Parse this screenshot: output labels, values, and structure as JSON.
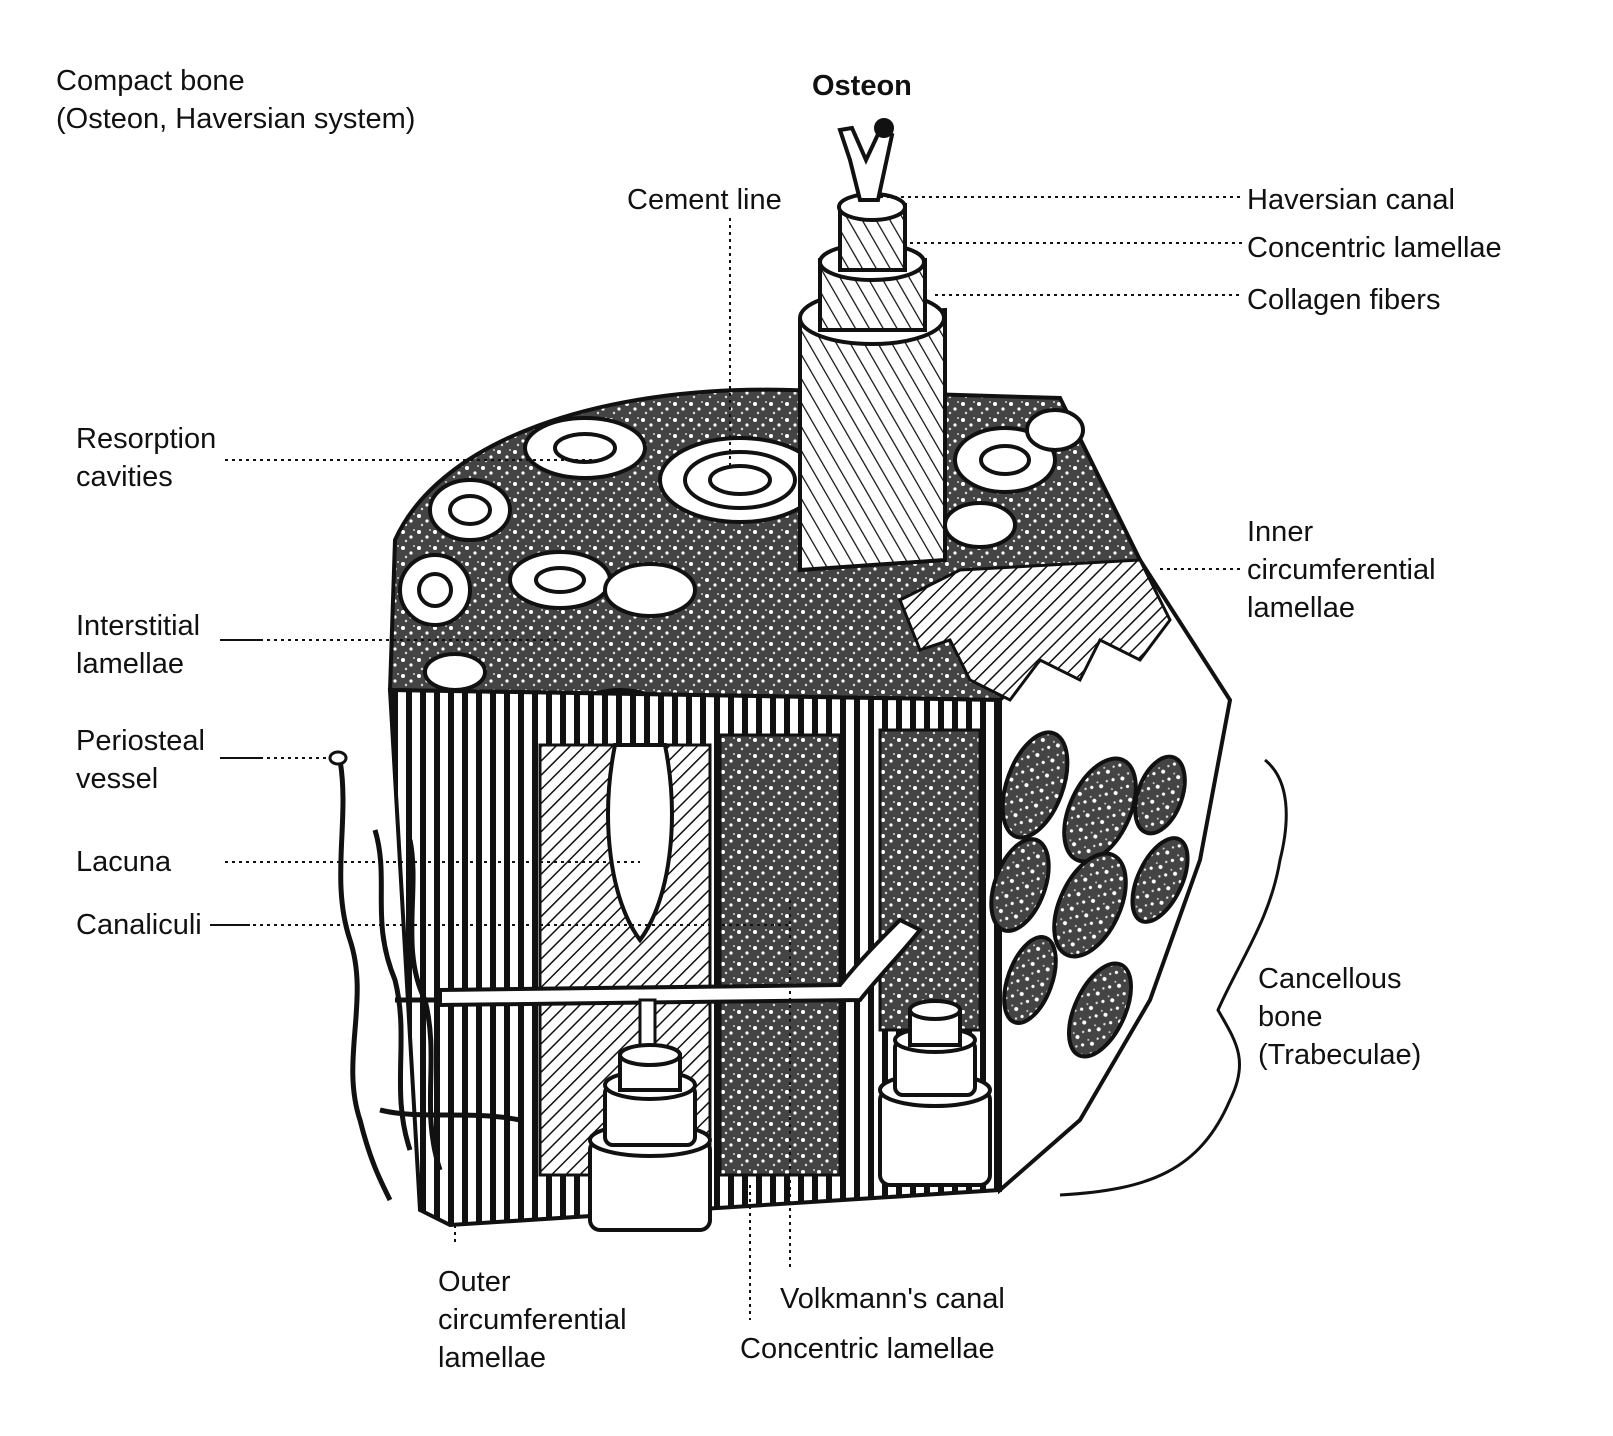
{
  "title": {
    "main": "Compact bone",
    "sub": "(Osteon, Haversian system)"
  },
  "labels": {
    "osteon": "Osteon",
    "cement_line": "Cement line",
    "haversian_canal": "Haversian canal",
    "concentric_lamellae_top": "Concentric lamellae",
    "collagen_fibers": "Collagen fibers",
    "resorption_cavities": [
      "Resorption",
      "cavities"
    ],
    "interstitial_lamellae": [
      "Interstitial",
      "lamellae"
    ],
    "periosteal_vessel": [
      "Periosteal",
      "vessel"
    ],
    "lacuna": "Lacuna",
    "canaliculi": "Canaliculi",
    "inner_circumferential": [
      "Inner",
      "circumferential",
      "lamellae"
    ],
    "cancellous_bone": [
      "Cancellous",
      "bone",
      "(Trabeculae)"
    ],
    "outer_circumferential": [
      "Outer",
      "circumferential",
      "lamellae"
    ],
    "volkmanns_canal": "Volkmann's canal",
    "concentric_lamellae_bottom": "Concentric lamellae"
  },
  "colors": {
    "ink": "#111111",
    "paper": "#ffffff",
    "shade": "#555555"
  }
}
